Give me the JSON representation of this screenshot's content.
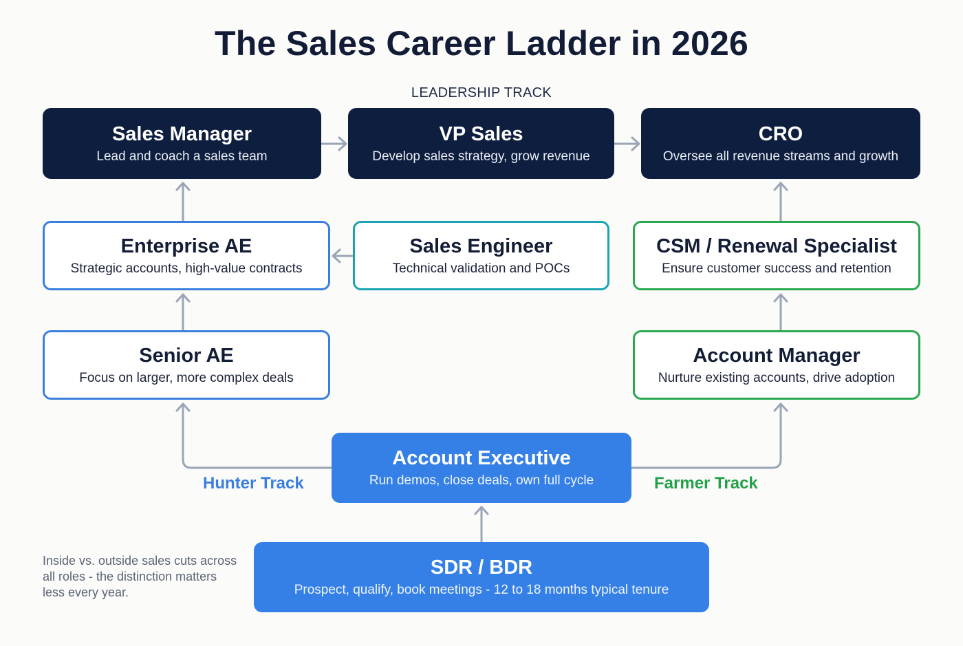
{
  "title": "The Sales Career Ladder in 2026",
  "leadership_track_label": "LEADERSHIP TRACK",
  "colors": {
    "leadership_fill": "#0e1e3f",
    "hunter_blue": "#3b7fde",
    "engineer_teal": "#1aa3b0",
    "farmer_green": "#2aa84e",
    "entry_fill": "#3580e6",
    "connector_gray": "#9aa5b6",
    "hunter_label": "#3a7edc",
    "farmer_label": "#24a04a"
  },
  "roles": {
    "sales_manager": {
      "title": "Sales Manager",
      "desc": "Lead and coach a sales team"
    },
    "vp_sales": {
      "title": "VP Sales",
      "desc": "Develop sales strategy, grow revenue"
    },
    "cro": {
      "title": "CRO",
      "desc": "Oversee all revenue streams and growth"
    },
    "enterprise_ae": {
      "title": "Enterprise AE",
      "desc": "Strategic accounts, high-value contracts"
    },
    "sales_engineer": {
      "title": "Sales Engineer",
      "desc": "Technical validation and POCs"
    },
    "csm": {
      "title": "CSM / Renewal Specialist",
      "desc": "Ensure customer success and retention"
    },
    "senior_ae": {
      "title": "Senior AE",
      "desc": "Focus on larger, more complex deals"
    },
    "account_manager": {
      "title": "Account Manager",
      "desc": "Nurture existing accounts, drive adoption"
    },
    "account_executive": {
      "title": "Account Executive",
      "desc": "Run demos, close deals, own full cycle"
    },
    "sdr_bdr": {
      "title": "SDR / BDR",
      "desc": "Prospect, qualify, book meetings - 12 to 18 months typical tenure"
    }
  },
  "tracks": {
    "hunter": "Hunter Track",
    "farmer": "Farmer Track"
  },
  "note": "Inside vs. outside sales cuts across all roles - the distinction matters less every year.",
  "edges": [
    {
      "from": "SDR / BDR",
      "to": "Account Executive"
    },
    {
      "from": "Account Executive",
      "to": "Senior AE",
      "track": "Hunter Track"
    },
    {
      "from": "Account Executive",
      "to": "Account Manager",
      "track": "Farmer Track"
    },
    {
      "from": "Senior AE",
      "to": "Enterprise AE"
    },
    {
      "from": "Sales Engineer",
      "to": "Enterprise AE"
    },
    {
      "from": "Enterprise AE",
      "to": "Sales Manager"
    },
    {
      "from": "Account Manager",
      "to": "CSM / Renewal Specialist"
    },
    {
      "from": "CSM / Renewal Specialist",
      "to": "CRO"
    },
    {
      "from": "Sales Manager",
      "to": "VP Sales"
    },
    {
      "from": "VP Sales",
      "to": "CRO"
    }
  ]
}
